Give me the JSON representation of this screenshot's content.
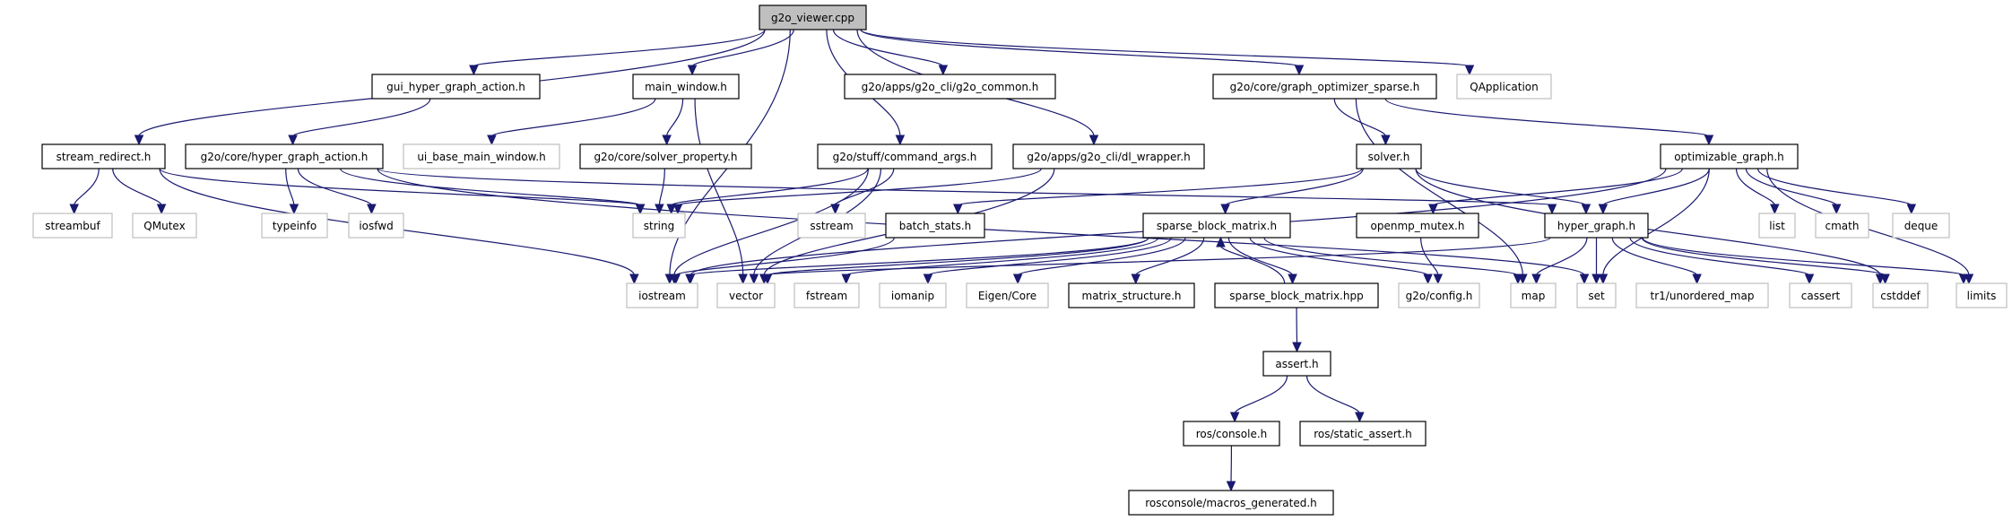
{
  "title": "g2o_viewer.cpp include dependency graph",
  "colors": {
    "edge": "#191970",
    "root_fill": "#bfbfbf",
    "documented_border": "#000000",
    "external_border": "#bfbfbf",
    "text": "#000000"
  },
  "nodes": [
    {
      "id": "g2o_viewer",
      "label": "g2o_viewer.cpp",
      "kind": "root"
    },
    {
      "id": "gui_hga",
      "label": "gui_hyper_graph_action.h",
      "kind": "documented"
    },
    {
      "id": "main_window",
      "label": "main_window.h",
      "kind": "documented"
    },
    {
      "id": "g2o_common",
      "label": "g2o/apps/g2o_cli/g2o_common.h",
      "kind": "documented"
    },
    {
      "id": "gos",
      "label": "g2o/core/graph_optimizer_sparse.h",
      "kind": "documented"
    },
    {
      "id": "qapplication",
      "label": "QApplication",
      "kind": "external"
    },
    {
      "id": "stream_redirect",
      "label": "stream_redirect.h",
      "kind": "documented"
    },
    {
      "id": "hga",
      "label": "g2o/core/hyper_graph_action.h",
      "kind": "documented"
    },
    {
      "id": "ui_base",
      "label": "ui_base_main_window.h",
      "kind": "external"
    },
    {
      "id": "solver_property",
      "label": "g2o/core/solver_property.h",
      "kind": "documented"
    },
    {
      "id": "command_args",
      "label": "g2o/stuff/command_args.h",
      "kind": "documented"
    },
    {
      "id": "dl_wrapper",
      "label": "g2o/apps/g2o_cli/dl_wrapper.h",
      "kind": "documented"
    },
    {
      "id": "solver",
      "label": "solver.h",
      "kind": "documented"
    },
    {
      "id": "optimizable_graph",
      "label": "optimizable_graph.h",
      "kind": "documented"
    },
    {
      "id": "streambuf",
      "label": "streambuf",
      "kind": "external"
    },
    {
      "id": "qmutex",
      "label": "QMutex",
      "kind": "external"
    },
    {
      "id": "typeinfo",
      "label": "typeinfo",
      "kind": "external"
    },
    {
      "id": "iosfwd",
      "label": "iosfwd",
      "kind": "external"
    },
    {
      "id": "string",
      "label": "string",
      "kind": "external"
    },
    {
      "id": "sstream",
      "label": "sstream",
      "kind": "external"
    },
    {
      "id": "batch_stats",
      "label": "batch_stats.h",
      "kind": "documented"
    },
    {
      "id": "sbm_h",
      "label": "sparse_block_matrix.h",
      "kind": "documented"
    },
    {
      "id": "openmp_mutex",
      "label": "openmp_mutex.h",
      "kind": "documented"
    },
    {
      "id": "hyper_graph",
      "label": "hyper_graph.h",
      "kind": "documented"
    },
    {
      "id": "list",
      "label": "list",
      "kind": "external"
    },
    {
      "id": "cmath",
      "label": "cmath",
      "kind": "external"
    },
    {
      "id": "deque",
      "label": "deque",
      "kind": "external"
    },
    {
      "id": "iostream",
      "label": "iostream",
      "kind": "external"
    },
    {
      "id": "vector",
      "label": "vector",
      "kind": "external"
    },
    {
      "id": "fstream",
      "label": "fstream",
      "kind": "external"
    },
    {
      "id": "iomanip",
      "label": "iomanip",
      "kind": "external"
    },
    {
      "id": "eigen_core",
      "label": "Eigen/Core",
      "kind": "external"
    },
    {
      "id": "matrix_structure",
      "label": "matrix_structure.h",
      "kind": "documented"
    },
    {
      "id": "sbm_hpp",
      "label": "sparse_block_matrix.hpp",
      "kind": "documented"
    },
    {
      "id": "g2o_config",
      "label": "g2o/config.h",
      "kind": "external"
    },
    {
      "id": "map",
      "label": "map",
      "kind": "external"
    },
    {
      "id": "set",
      "label": "set",
      "kind": "external"
    },
    {
      "id": "tr1_umap",
      "label": "tr1/unordered_map",
      "kind": "external"
    },
    {
      "id": "cassert",
      "label": "cassert",
      "kind": "external"
    },
    {
      "id": "cstddef",
      "label": "cstddef",
      "kind": "external"
    },
    {
      "id": "limits",
      "label": "limits",
      "kind": "external"
    },
    {
      "id": "assert_h",
      "label": "assert.h",
      "kind": "documented"
    },
    {
      "id": "ros_console",
      "label": "ros/console.h",
      "kind": "documented"
    },
    {
      "id": "ros_static_assert",
      "label": "ros/static_assert.h",
      "kind": "documented"
    },
    {
      "id": "macros_generated",
      "label": "rosconsole/macros_generated.h",
      "kind": "documented"
    }
  ],
  "edges": [
    [
      "g2o_viewer",
      "gui_hga"
    ],
    [
      "g2o_viewer",
      "main_window"
    ],
    [
      "g2o_viewer",
      "g2o_common"
    ],
    [
      "g2o_viewer",
      "gos"
    ],
    [
      "g2o_viewer",
      "qapplication"
    ],
    [
      "g2o_viewer",
      "stream_redirect"
    ],
    [
      "g2o_viewer",
      "command_args"
    ],
    [
      "g2o_viewer",
      "dl_wrapper"
    ],
    [
      "g2o_viewer",
      "iostream"
    ],
    [
      "gui_hga",
      "hga"
    ],
    [
      "main_window",
      "ui_base"
    ],
    [
      "main_window",
      "solver_property"
    ],
    [
      "main_window",
      "vector"
    ],
    [
      "gos",
      "solver"
    ],
    [
      "gos",
      "optimizable_graph"
    ],
    [
      "gos",
      "map"
    ],
    [
      "stream_redirect",
      "streambuf"
    ],
    [
      "stream_redirect",
      "qmutex"
    ],
    [
      "stream_redirect",
      "iostream"
    ],
    [
      "stream_redirect",
      "string"
    ],
    [
      "hga",
      "typeinfo"
    ],
    [
      "hga",
      "iosfwd"
    ],
    [
      "hga",
      "string"
    ],
    [
      "hga",
      "hyper_graph"
    ],
    [
      "hga",
      "set"
    ],
    [
      "solver_property",
      "string"
    ],
    [
      "command_args",
      "string"
    ],
    [
      "command_args",
      "sstream"
    ],
    [
      "command_args",
      "iostream"
    ],
    [
      "command_args",
      "vector"
    ],
    [
      "dl_wrapper",
      "string"
    ],
    [
      "dl_wrapper",
      "vector"
    ],
    [
      "solver",
      "batch_stats"
    ],
    [
      "solver",
      "sbm_h"
    ],
    [
      "solver",
      "hyper_graph"
    ],
    [
      "solver",
      "cstddef"
    ],
    [
      "optimizable_graph",
      "openmp_mutex"
    ],
    [
      "optimizable_graph",
      "hyper_graph"
    ],
    [
      "optimizable_graph",
      "set"
    ],
    [
      "optimizable_graph",
      "list"
    ],
    [
      "optimizable_graph",
      "cmath"
    ],
    [
      "optimizable_graph",
      "deque"
    ],
    [
      "optimizable_graph",
      "limits"
    ],
    [
      "optimizable_graph",
      "iostream"
    ],
    [
      "batch_stats",
      "iostream"
    ],
    [
      "sbm_h",
      "iostream"
    ],
    [
      "sbm_h",
      "vector"
    ],
    [
      "sbm_h",
      "fstream"
    ],
    [
      "sbm_h",
      "iomanip"
    ],
    [
      "sbm_h",
      "eigen_core"
    ],
    [
      "sbm_h",
      "matrix_structure"
    ],
    [
      "sbm_h",
      "sbm_hpp"
    ],
    [
      "sbm_h",
      "g2o_config"
    ],
    [
      "sbm_h",
      "map"
    ],
    [
      "sbm_hpp",
      "sbm_h"
    ],
    [
      "sbm_hpp",
      "assert_h"
    ],
    [
      "openmp_mutex",
      "g2o_config"
    ],
    [
      "hyper_graph",
      "map"
    ],
    [
      "hyper_graph",
      "set"
    ],
    [
      "hyper_graph",
      "tr1_umap"
    ],
    [
      "hyper_graph",
      "cassert"
    ],
    [
      "hyper_graph",
      "cstddef"
    ],
    [
      "hyper_graph",
      "limits"
    ],
    [
      "hyper_graph",
      "vector"
    ],
    [
      "assert_h",
      "ros_console"
    ],
    [
      "assert_h",
      "ros_static_assert"
    ],
    [
      "ros_console",
      "macros_generated"
    ]
  ]
}
